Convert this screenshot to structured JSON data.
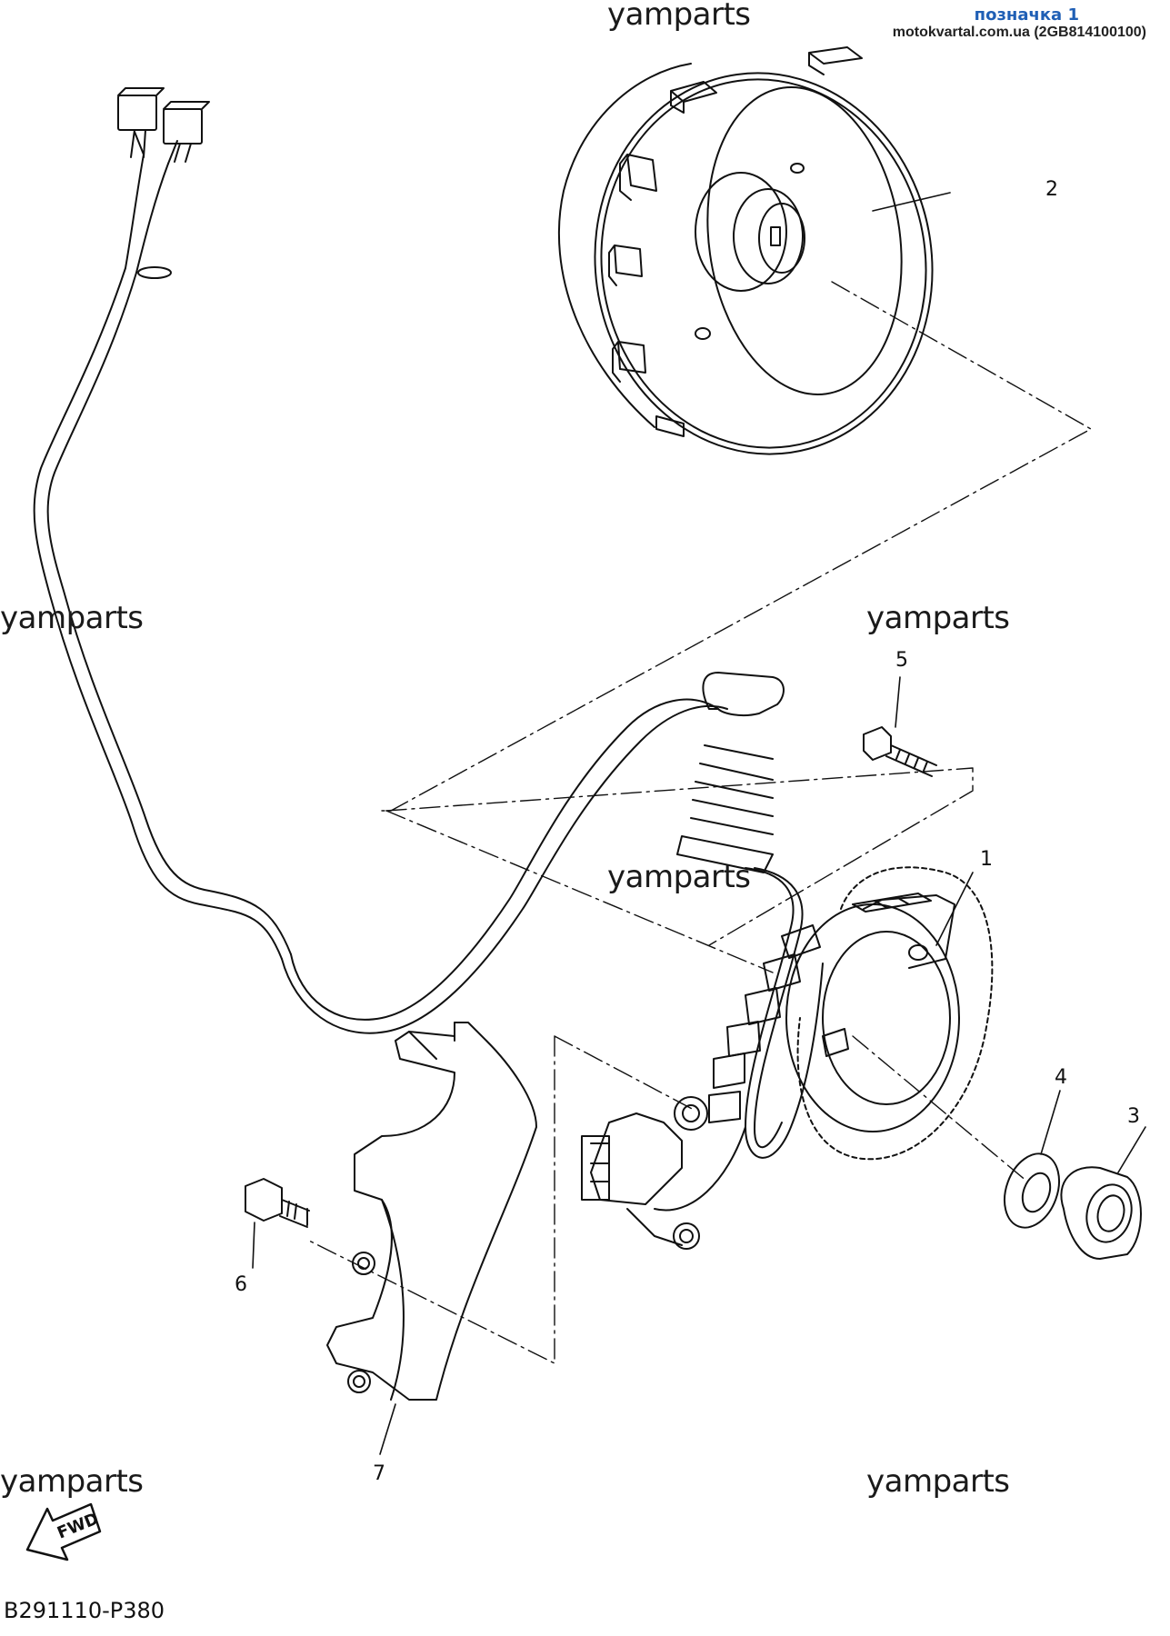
{
  "header": {
    "title": "позначка 1",
    "site": "motokvartal.com.ua (2GB814100100)"
  },
  "watermark": "yamparts",
  "diagram_code": "B291110-P380",
  "fwd_label": "FWD",
  "part_numbers": [
    "1",
    "2",
    "3",
    "4",
    "5",
    "6",
    "7"
  ],
  "colors": {
    "line": "#111111",
    "header_accent": "#1f5fb5"
  }
}
